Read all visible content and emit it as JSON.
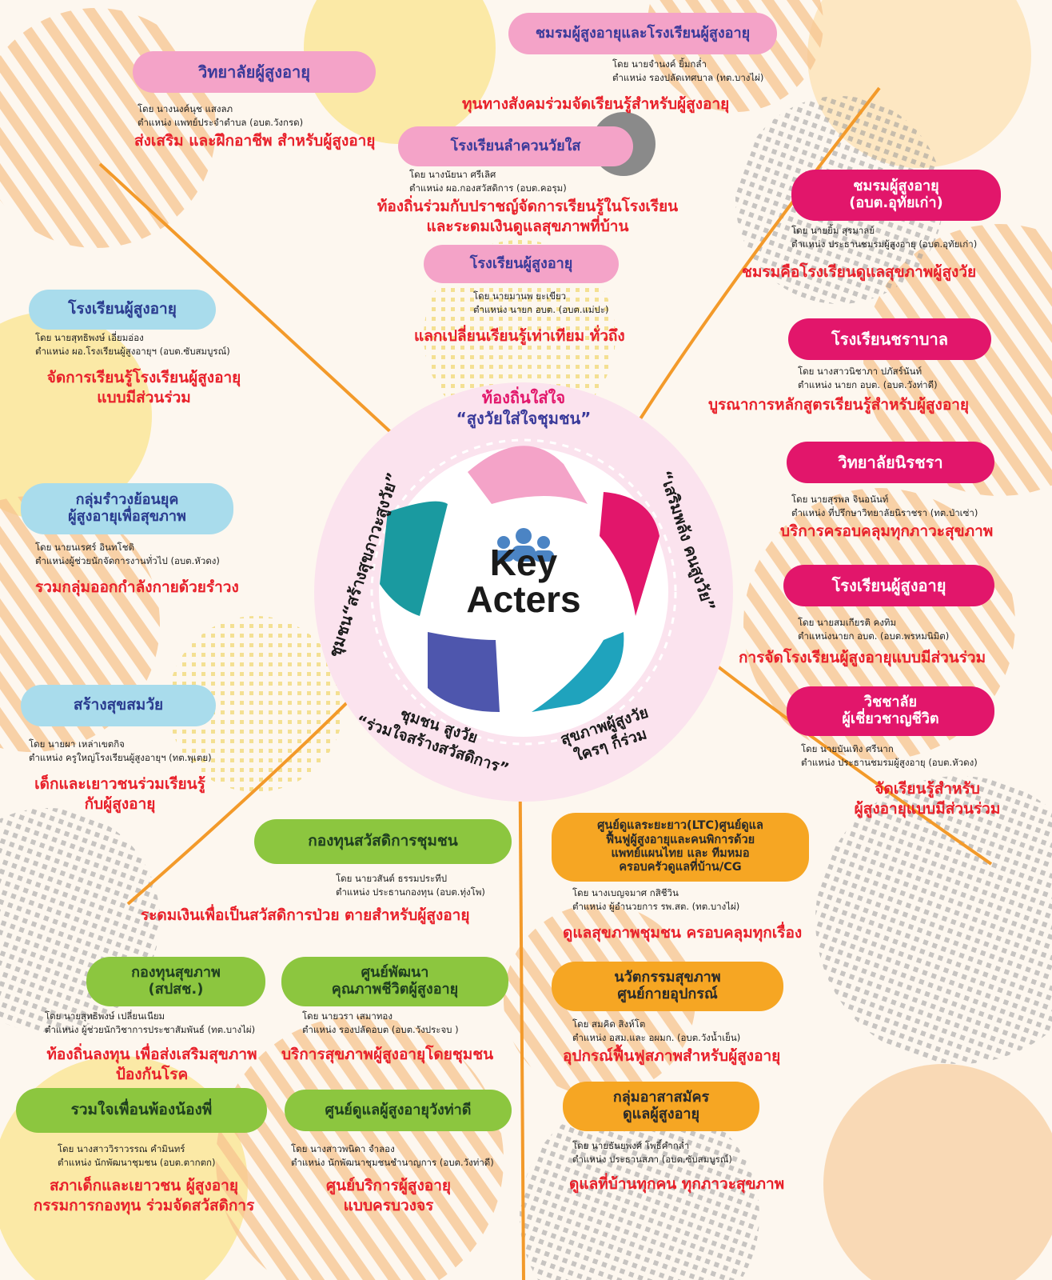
{
  "center": {
    "icon": "people-group-icon",
    "title_line1": "Key",
    "title_line2": "Acters",
    "top_phrase1": "ท้องถิ่นใส่ใจ",
    "top_phrase2": "“สูงวัยใส่ใจชุมชน”",
    "left_phrase": "ชุมชน“สร้างสุขภาวะสูงวัย”",
    "right_phrase": "“เสริมพลัง คนสูงวัย”",
    "bottom_left_phrase1": "ชุมชน สูงวัย",
    "bottom_left_phrase2": "“ร่วมใจสร้างสวัสดิการ”",
    "bottom_right_phrase1": "สุขภาพผู้สูงวัย",
    "bottom_right_phrase2": "ใครๆ ก็ร่วม"
  },
  "nodes": {
    "n1": {
      "title": "ชมรมผู้สูงอายุและโรงเรียนผู้สูงอายุ",
      "by1": "โดย นายจำนงค์ ยิ้มกล่ำ",
      "by2": "ตำแหน่ง รองปลัดเทศบาล (ทต.บางไผ่)",
      "note": "ทุนทางสังคมร่วมจัดเรียนรู้สำหรับผู้สูงอายุ"
    },
    "n2": {
      "title": "วิทยาลัยผู้สูงอายุ",
      "by1": "โดย นางนงค์นุช แสงลภ",
      "by2": "ตำแหน่ง แพทย์ประจำตำบล (อบต.วังกรด)",
      "note": "ส่งเสริม และฝึกอาชีพ สำหรับผู้สูงอายุ"
    },
    "n3": {
      "title": "โรงเรียนลำควนวัยใส",
      "by1": "โดย นางนัยนา ศรีเลิศ",
      "by2": "ตำแหน่ง ผอ.กองสวัสดิการ (อบต.คอรุม)",
      "note1": "ท้องถิ่นร่วมกับปราชญ์จัดการเรียนรู้ในโรงเรียน",
      "note2": "และระดมเงินดูแลสุขภาพที่บ้าน"
    },
    "n4": {
      "title": "โรงเรียนผู้สูงอายุ",
      "by1": "โดย นายมานพ ยะเขียว",
      "by2": "ตำแหน่ง นายก อบต. (อบต.แม่ปะ)",
      "note": "แลกเปลี่ยนเรียนรู้เท่าเทียม ทั่วถึง"
    },
    "n5": {
      "title1": "ชมรมผู้สูงอายุ",
      "title2": "(อบต.อุทัยเก่า)",
      "by1": "โดย นายยิ้ม สุรมาลย์",
      "by2": "ตำแหน่ง ประธานชมรมผู้สูงอายุ (อบต.อุทัยเก่า)",
      "note": "ชมรมคือโรงเรียนดูแลสุขภาพผู้สูงวัย"
    },
    "n6": {
      "title": "โรงเรียนผู้สูงอายุ",
      "by1": "โดย นายสุทธิพงษ์ เอี่ยมอ่อง",
      "by2": "ตำแหน่ง ผอ.โรงเรียนผู้สูงอายุฯ (อบต.ซับสมบูรณ์)",
      "note1": "จัดการเรียนรู้โรงเรียนผู้สูงอายุ",
      "note2": "แบบมีส่วนร่วม"
    },
    "n7": {
      "title": "โรงเรียนชราบาล",
      "by1": "โดย นางสาวนิชาภา ปภัสร์นันท์",
      "by2": "ตำแหน่ง นายก อบต. (อบต.วังท่าดี)",
      "note": "บูรณาการหลักสูตรเรียนรู้สำหรับผู้สูงอายุ"
    },
    "n8": {
      "title": "วิทยาลัยนิรชรา",
      "by1": "โดย นายสุรพล จินอนันท์",
      "by2": "ตำแหน่ง ที่ปรึกษาวิทยาลัยนิราชรา (ทต.ป่าเซ่า)",
      "note": "บริการครอบคลุมทุกภาวะสุขภาพ"
    },
    "n9": {
      "title1": "กลุ่มรำวงย้อนยุค",
      "title2": "ผู้สูงอายุเพื่อสุขภาพ",
      "by1": "โดย นายนเรศร์ อินทโชติ",
      "by2": "ตำแหน่งผู้ช่วยนักจัดการงานทั่วไป (อบต.หัวดง)",
      "note": "รวมกลุ่มออกกำลังกายด้วยรำวง"
    },
    "n10": {
      "title": "โรงเรียนผู้สูงอายุ",
      "by1": "โดย นายสมเกียรติ คงทิม",
      "by2": "ตำแหน่งนายก อบต. (อบต.พรหมนิมิต)",
      "note": "การจัดโรงเรียนผู้สูงอายุแบบมีส่วนร่วม"
    },
    "n11": {
      "title": "สร้างสุขสมวัย",
      "by1": "โดย นายผา เหล่าเขตกิจ",
      "by2": "ตำแหน่ง ครูใหญ่โรงเรียนผู้สูงอายุฯ (ทต.พุเตย)",
      "note1": "เด็กและเยาวชนร่วมเรียนรู้",
      "note2": "กับผู้สูงอายุ"
    },
    "n12": {
      "title1": "วิชชาลัย",
      "title2": "ผู้เชี่ยวชาญชีวิต",
      "by1": "โดย นายบันเทิง ศรีนาก",
      "by2": "ตำแหน่ง ประธานชมรมผู้สูงอายุ (อบต.หัวดง)",
      "note1": "จัดเรียนรู้สำหรับ",
      "note2": "ผู้สูงอายุแบบมีส่วนร่วม"
    },
    "n13": {
      "title": "กองทุนสวัสดิการชุมชน",
      "by1": "โดย นายวสันต์ ธรรมประทีป",
      "by2": "ตำแหน่ง ประธานกองทุน (อบต.ทุ่งโพ)",
      "note": "ระดมเงินเพื่อเป็นสวัสดิการป่วย ตายสำหรับผู้สูงอายุ"
    },
    "n14": {
      "title1": "ศูนย์ดูแลระยะยาว(LTC)ศูนย์ดูแล",
      "title2": "ฟื้นฟูผู้สูงอายุและคนพิการด้วย",
      "title3": "แพทย์แผนไทย และ ทีมหมอ",
      "title4": "ครอบครัวดูแลที่บ้าน/CG",
      "by1": "โดย นางเบญจมาศ กสิชีวิน",
      "by2": "ตำแหน่ง ผู้อำนวยการ รพ.สต. (ทต.บางไผ่)",
      "note": "ดูแลสุขภาพชุมชน ครอบคลุมทุกเรื่อง"
    },
    "n15": {
      "title1": "กองทุนสุขภาพ",
      "title2": "(สปสช.)",
      "by1": "โดย นายสุทธิพงษ์ เปลี่ยนเนียม",
      "by2": "ตำแหน่ง ผู้ช่วยนักวิชาการประชาสัมพันธ์ (ทต.บางไผ่)",
      "note1": "ท้องถิ่นลงทุน เพื่อส่งเสริมสุขภาพ",
      "note2": "ป้องกันโรค"
    },
    "n16": {
      "title1": "ศูนย์พัฒนา",
      "title2": "คุณภาพชีวิตผู้สูงอายุ",
      "by1": "โดย นายวรา เสมาทอง",
      "by2": "ตำแหน่ง รองปลัดอบต (อบต.วังประจบ )",
      "note": "บริการสุขภาพผู้สูงอายุโดยชุมชน"
    },
    "n17": {
      "title1": "นวัตกรรมสุขภาพ",
      "title2": "ศูนย์กายอุปกรณ์",
      "by1": "โดย สมคิด สิงห์โต",
      "by2": "ตำแหน่ง อสม.และ อผมก. (อบต.วังน้ำเย็น)",
      "note": "อุปกรณ์ฟื้นฟูสภาพสำหรับผู้สูงอายุ"
    },
    "n18": {
      "title": "รวมใจเพื่อนพ้องน้องพี่",
      "by1": "โดย นางสาววิราวรรณ คำมินทร์",
      "by2": "ตำแหน่ง นักพัฒนาชุมชน (อบต.ตากตก)",
      "note1": "สภาเด็กและเยาวชน ผู้สูงอายุ",
      "note2": "กรรมการกองทุน ร่วมจัดสวัสดิการ"
    },
    "n19": {
      "title": "ศูนย์ดูแลผู้สูงอายุวังท่าดี",
      "by1": "โดย นางสาวพนิดา จำลอง",
      "by2": "ตำแหน่ง นักพัฒนาชุมชนชำนาญการ (อบต.วังท่าดี)",
      "note1": "ศูนย์บริการผู้สูงอายุ",
      "note2": "แบบครบวงจร"
    },
    "n20": {
      "title1": "กลุ่มอาสาสมัคร",
      "title2": "ดูแลผู้สูงอายุ",
      "by1": "โดย นายธันยพงศ์ โพธิ์คำกล่ำ",
      "by2": "ตำแหน่ง ประธานสภา (อบต.ซับสมบูรณ์)",
      "note": "ดูแลที่บ้านทุกคน ทุกภาวะสุขภาพ"
    }
  },
  "colors": {
    "pink": "#f4a3c8",
    "magenta": "#e2166b",
    "light_blue": "#a9dcec",
    "green": "#8cc63f",
    "orange": "#f6a623",
    "line": "#f39a2a",
    "note_red": "#e8202a"
  }
}
